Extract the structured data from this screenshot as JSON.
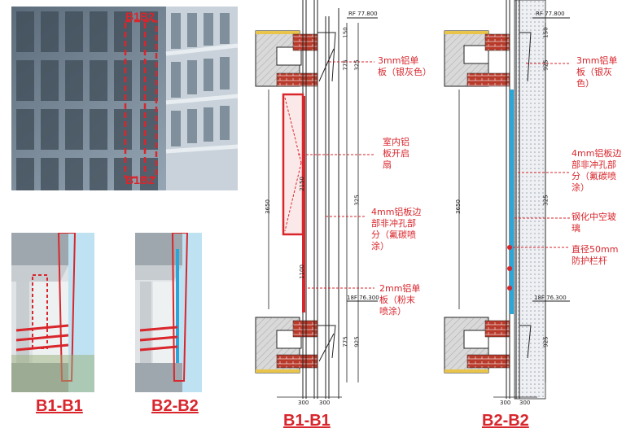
{
  "photo": {
    "tag_top": "B1B2",
    "tag_bottom": "B1B2"
  },
  "views": {
    "left_label": "B1-B1",
    "right_label": "B2-B2"
  },
  "section_b1": {
    "title": "B1-B1",
    "level_top": "RF 77.800",
    "level_bottom": "18F 76.300",
    "dims_vertical": [
      "150",
      "775",
      "325",
      "2150",
      "1100",
      "3650",
      "325",
      "775",
      "925"
    ],
    "dims_bottom": [
      "300",
      "300"
    ],
    "notes": {
      "n1": "3mm铝单\n板（银灰色）",
      "n2": "室内铝\n板开启\n扇",
      "n3": "4mm铝板边\n部非冲孔部\n分（氟碳喷\n涂）",
      "n4": "2mm铝单\n板（粉末\n喷涂）"
    }
  },
  "section_b2": {
    "title": "B2-B2",
    "level_top": "RF 77.800",
    "level_bottom": "18F 76.300",
    "dims_vertical": [
      "150",
      "925",
      "3650",
      "325",
      "925"
    ],
    "dims_bottom": [
      "300",
      "300"
    ],
    "notes": {
      "n1": "3mm铝单\n板（银灰\n色）",
      "n2": "4mm铝板边\n部非冲孔部\n分（氟碳喷\n涂）",
      "n3": "钢化中空玻\n璃",
      "n4": "直径50mm\n防护栏杆"
    }
  },
  "colors": {
    "accent": "#d8262c",
    "glass": "#2aa6d9",
    "brick": "#b83a2a"
  }
}
